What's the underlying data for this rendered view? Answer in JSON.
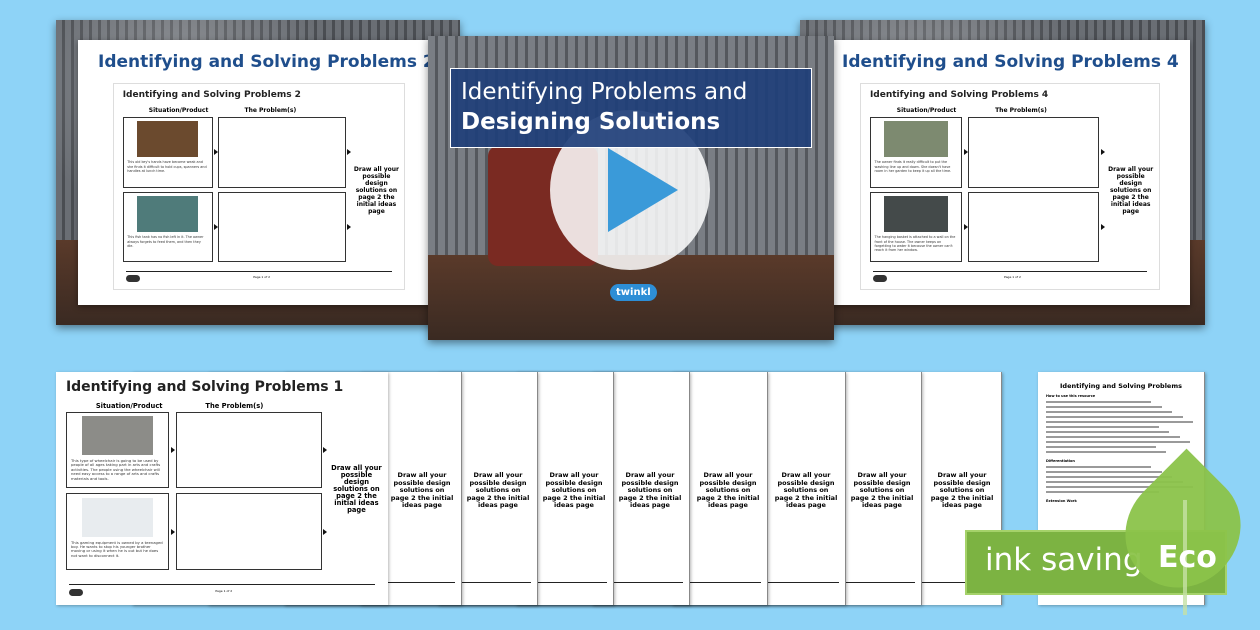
{
  "slides": {
    "slide2": {
      "card_title": "Identifying and Solving Problems 2"
    },
    "center": {
      "title_line1": "Identifying Problems and",
      "title_line2": "Designing Solutions",
      "play_icon": "play-icon",
      "brand": "twinkl"
    },
    "slide4": {
      "card_title": "Identifying and Solving Problems 4"
    }
  },
  "worksheets": {
    "ws2": {
      "title": "Identifying and Solving Problems 2",
      "col1": "Situation/Product",
      "col2": "The Problem(s)",
      "rows": [
        {
          "caption": "This old key's hands have become weak and she finds it difficult to hold cups, spanners and handles at lunch time.",
          "img": "#6b4a2e"
        },
        {
          "caption": "This fish tank has no fish left in it. The owner always forgets to feed them, and then they die.",
          "img": "#4f7b7a"
        }
      ],
      "side": "Draw all your possible design solutions on page 2 the initial ideas page",
      "page": "Page 1 of 2"
    },
    "ws4": {
      "title": "Identifying and Solving Problems 4",
      "col1": "Situation/Product",
      "col2": "The Problem(s)",
      "rows": [
        {
          "caption": "The owner finds it really difficult to put the washing line up and down. She doesn't have room in her garden to keep it up all the time.",
          "img": "#7d8a70"
        },
        {
          "caption": "The hanging basket is attached to a wall on the front of the house. The owner keeps on forgetting to water it because the owner can't reach it from her window.",
          "img": "#444a4a"
        }
      ],
      "side": "Draw all your possible design solutions on page 2 the initial ideas page",
      "page": "Page 1 of 2"
    },
    "ws1": {
      "title": "Identifying and Solving Problems 1",
      "col1": "Situation/Product",
      "col2": "The Problem(s)",
      "rows": [
        {
          "caption": "This type of wheelchair is going to be used by people of all ages taking part in arts and crafts activities. The people using the wheelchair will need easy access to a range of arts and crafts materials and tools.",
          "img": "#8c8c88"
        },
        {
          "caption": "This gaming equipment is owned by a teenaged boy. He wants to stop his younger brother moving or using it when he is out but he does not want to disconnect it.",
          "img": "#e8ecef"
        }
      ],
      "side": "Draw all your possible design solutions on page 2 the initial ideas page",
      "page": "Page 1 of 2"
    }
  },
  "stack_side_text": "Draw all your possible design solutions on page 2 the initial ideas page",
  "notes": {
    "title": "Identifying and Solving Problems",
    "sections": [
      "How to use this resource",
      "Differentiation",
      "Extension Work"
    ]
  },
  "eco": {
    "label": "ink saving",
    "badge": "Eco",
    "color": "#7cb342"
  },
  "colors": {
    "background": "#8ed3f7",
    "heading": "#1f4e8c",
    "title_box": "#1f3f7a"
  }
}
